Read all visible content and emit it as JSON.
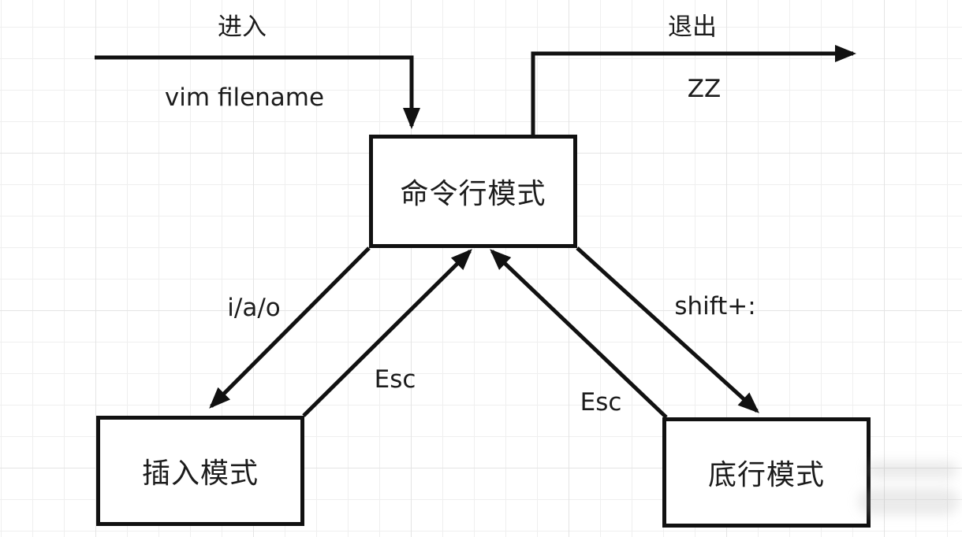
{
  "diagram_title": "vim mode transition diagram",
  "nodes": {
    "command": {
      "label": "命令行模式"
    },
    "insert": {
      "label": "插入模式"
    },
    "lastline": {
      "label": "底行模式"
    }
  },
  "edge_labels": {
    "enter": "进入",
    "enter_cmd": "vim filename",
    "exit": "退出",
    "exit_cmd": "ZZ",
    "to_insert": "i/a/o",
    "esc_from_insert": "Esc",
    "to_lastline": "shift+:",
    "esc_from_lastline": "Esc"
  },
  "colors": {
    "stroke": "#111111",
    "grid": "#e9e9e9",
    "background": "#ffffff"
  }
}
